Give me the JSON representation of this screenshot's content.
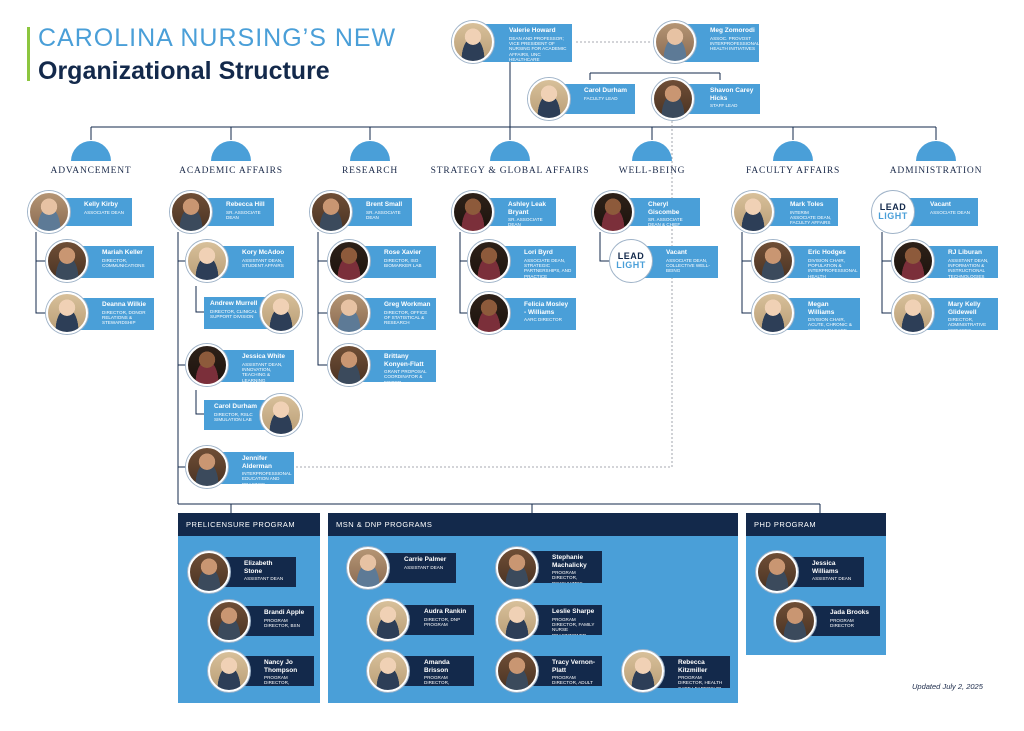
{
  "title": {
    "line1": "CAROLINA NURSING’S NEW",
    "line2": "Organizational Structure"
  },
  "updated": "Updated July 2, 2025",
  "logo": {
    "top": "LEAD",
    "bottom": "LIGHT"
  },
  "leaders": {
    "dean": {
      "name": "Valerie Howard",
      "role": "Dean and Professor; Vice President of Nursing for Academic Affairs, UNC Healthcare"
    },
    "provost": {
      "name": "Meg Zomorodi",
      "role": "Assoc. Provost Interprofessional Health Initiatives"
    },
    "faculty_lead": {
      "name": "Carol Durham",
      "role": "Faculty Lead"
    },
    "staff_lead": {
      "name": "Shavon Carey Hicks",
      "role": "Staff Lead"
    }
  },
  "departments": [
    {
      "label": "ADVANCEMENT"
    },
    {
      "label": "ACADEMIC AFFAIRS"
    },
    {
      "label": "RESEARCH"
    },
    {
      "label": "STRATEGY & GLOBAL AFFAIRS"
    },
    {
      "label": "WELL-BEING"
    },
    {
      "label": "FACULTY AFFAIRS"
    },
    {
      "label": "ADMINISTRATION"
    }
  ],
  "people": {
    "adv1": {
      "name": "Kelly Kirby",
      "role": "Associate Dean"
    },
    "adv2": {
      "name": "Mariah Keller",
      "role": "Director, Communications"
    },
    "adv3": {
      "name": "Deanna Wilkie",
      "role": "Director, Donor Relations & Stewardship"
    },
    "aa1": {
      "name": "Rebecca Hill",
      "role": "Sr. Associate Dean"
    },
    "aa2": {
      "name": "Kory McAdoo",
      "role": "Assistant Dean, Student Affairs"
    },
    "aa3": {
      "name": "Andrew Murrell",
      "role": "Director, Clinical Support Division"
    },
    "aa4": {
      "name": "Jessica White",
      "role": "Assistant Dean, Innovation, Teaching & Learning"
    },
    "aa5": {
      "name": "Carol Durham",
      "role": "Director, RSLC Simulation Lab"
    },
    "aa6": {
      "name": "Jennifer Alderman",
      "role": "Interprofessional Education and Practice Director"
    },
    "res1": {
      "name": "Brent Small",
      "role": "Sr. Associate Dean"
    },
    "res2": {
      "name": "Rose Xavier",
      "role": "Director, ISO Biomarker Lab"
    },
    "res3": {
      "name": "Greg Workman",
      "role": "Director, Office of Statistical & Research"
    },
    "res4": {
      "name": "Brittany Konyen-Flatt",
      "role": "Grant Proposal Coordinator & Editor"
    },
    "sga1": {
      "name": "Ashley Leak Bryant",
      "role": "Sr. Associate Dean"
    },
    "sga2": {
      "name": "Lori Byrd",
      "role": "Associate Dean, Strategic Partnerships, and Practice"
    },
    "sga3": {
      "name": "Felicia Mosley - Williams",
      "role": "AARC Director"
    },
    "wb1": {
      "name": "Cheryl Giscombe",
      "role": "Sr. Associate Dean & Chief Wellness Officer"
    },
    "wb2": {
      "name": "Vacant",
      "role": "Associate Dean, Collective Well-Being"
    },
    "fa1": {
      "name": "Mark Toles",
      "role": "Interim Associate Dean, Faculty Affairs"
    },
    "fa2": {
      "name": "Eric Hodges",
      "role": "Division Chair, Population & Interprofessional Health"
    },
    "fa3": {
      "name": "Megan Williams",
      "role": "Division Chair, Acute, Chronic & Specialty Care Populations"
    },
    "adm1": {
      "name": "Vacant",
      "role": "Associate Dean"
    },
    "adm2": {
      "name": "RJ Liburan",
      "role": "Assistant Dean, Information & Instructional Technologies"
    },
    "adm3": {
      "name": "Mary Kelly Glidewell",
      "role": "Director, Administrative Services"
    }
  },
  "programs": {
    "prelicensure": {
      "label": "PRELICENSURE PROGRAM",
      "p1": {
        "name": "Elizabeth Stone",
        "role": "Assistant Dean"
      },
      "p2": {
        "name": "Brandi Apple",
        "role": "Program Director, BSN"
      },
      "p3": {
        "name": "Nancy Jo Thompson",
        "role": "Program Director, Accelerated BSN"
      }
    },
    "msn": {
      "label": "MSN & DNP PROGRAMS",
      "m1": {
        "name": "Carrie Palmer",
        "role": "Assistant Dean"
      },
      "m2": {
        "name": "Audra Rankin",
        "role": "Director, DNP Program"
      },
      "m3": {
        "name": "Amanda Brisson",
        "role": "Program Director, Pediatric Primary Care"
      },
      "m4": {
        "name": "Stephanie Machalicky",
        "role": "Program Director, Psychiatric Mental Health"
      },
      "m5": {
        "name": "Leslie Sharpe",
        "role": "Program Director, Family Nurse Practitioner"
      },
      "m6": {
        "name": "Tracy Vernon-Platt",
        "role": "Program Director, Adult Gerontology"
      },
      "m7": {
        "name": "Rebecca Kitzmiller",
        "role": "Program Director, Health Care Leadership and Administration"
      }
    },
    "phd": {
      "label": "PHD PROGRAM",
      "h1": {
        "name": "Jessica Williams",
        "role": "Assistant Dean"
      },
      "h2": {
        "name": "Jada Brooks",
        "role": "Program Director"
      }
    }
  },
  "colors": {
    "blue": "#4a9fd8",
    "navy": "#13294b",
    "green": "#8cc63f"
  }
}
